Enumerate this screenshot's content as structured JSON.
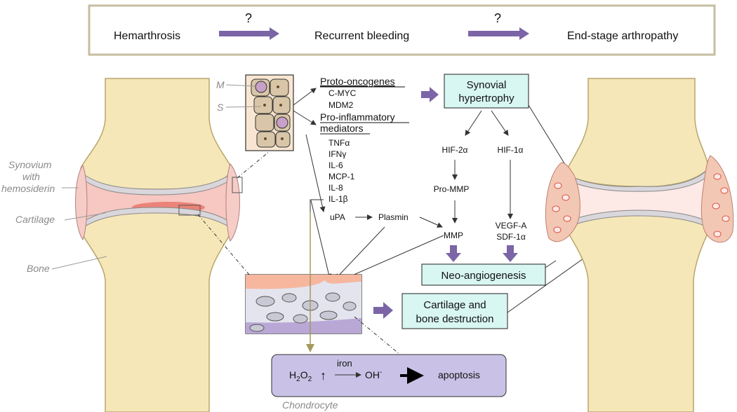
{
  "colors": {
    "bone": "#f6e7b8",
    "bone_stroke": "#b9a66a",
    "cartilage": "#d9d7dc",
    "synovium": "#f6cdc6",
    "hemosiderin_red": "#e24a3c",
    "box_teal": "#d8f6f2",
    "box_lavender": "#c9c2e6",
    "arrow_purple": "#7b65a7",
    "olive_line": "#a39a5a"
  },
  "banner": {
    "step1": "Hemarthrosis",
    "step2": "Recurrent bleeding",
    "step3": "End-stage arthropathy",
    "q1": "?",
    "q2": "?"
  },
  "joint_labels": {
    "synovium_line1": "Synovium",
    "synovium_line2": "with",
    "synovium_line3": "hemosiderin",
    "cartilage": "Cartilage",
    "bone": "Bone",
    "m": "M",
    "s": "S",
    "chondrocyte": "Chondrocyte"
  },
  "mediators": {
    "proto_title": "Proto-oncogenes",
    "proto_items": [
      "C-MYC",
      "MDM2"
    ],
    "pro_title_line1": "Pro-inflammatory",
    "pro_title_line2": "mediators",
    "pro_items": [
      "TNFα",
      "IFNγ",
      "IL-6",
      "MCP-1",
      "IL-8",
      "IL-1β"
    ]
  },
  "pathway": {
    "synovial_line1": "Synovial",
    "synovial_line2": "hypertrophy",
    "hif2": "HIF-2α",
    "hif1": "HIF-1α",
    "pro_mmp": "Pro-MMP",
    "mmp": "MMP",
    "vegf": "VEGF-A",
    "sdf": "SDF-1α",
    "upa": "uPA",
    "plasmin": "Plasmin",
    "neo": "Neo-angiogenesis",
    "cart_line1": "Cartilage and",
    "cart_line2": "bone destruction"
  },
  "apoptosis_box": {
    "h2o2_main": "H",
    "h2o2_sub1": "2",
    "h2o2_mid": "O",
    "h2o2_sub2": "2",
    "up_arrow": "↑",
    "iron": "iron",
    "oh": "OH",
    "oh_sup": "-",
    "apoptosis": "apoptosis"
  }
}
